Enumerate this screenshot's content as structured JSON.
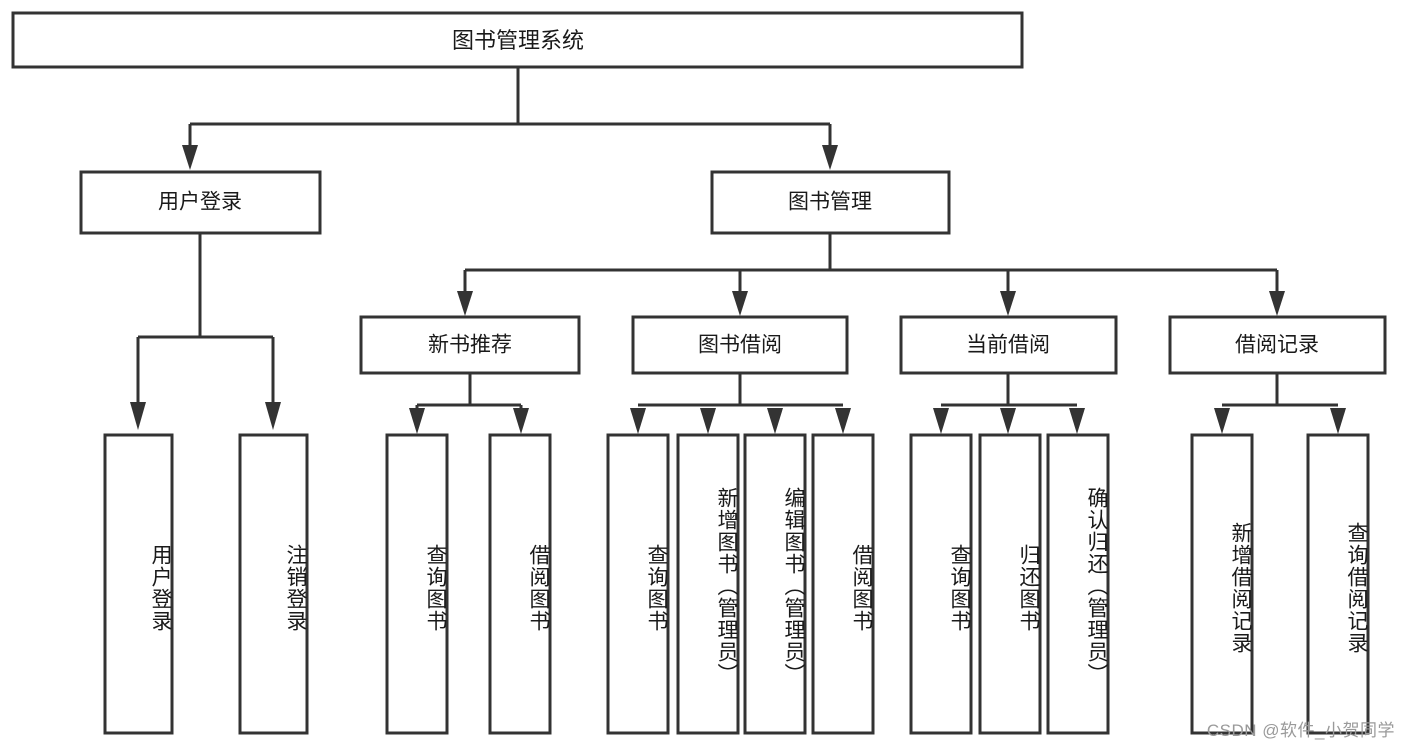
{
  "diagram": {
    "title": "图书管理系统",
    "watermark": "CSDN @软件_小贺同学",
    "colors": {
      "stroke": "#333333",
      "fill": "#ffffff",
      "text": "#1a1a1a",
      "watermark": "#9a9a9a"
    },
    "levels": {
      "root": {
        "label": "图书管理系统"
      },
      "level2": [
        {
          "label": "用户登录"
        },
        {
          "label": "图书管理"
        }
      ],
      "level3": [
        {
          "label": "新书推荐"
        },
        {
          "label": "图书借阅"
        },
        {
          "label": "当前借阅"
        },
        {
          "label": "借阅记录"
        }
      ],
      "leaves": {
        "user_login": [
          {
            "label": "用户登录"
          },
          {
            "label": "注销登录"
          }
        ],
        "new_book_recommend": [
          {
            "label": "查询图书"
          },
          {
            "label": "借阅图书"
          }
        ],
        "book_borrow": [
          {
            "label": "查询图书"
          },
          {
            "label": "新增图书（管理员）"
          },
          {
            "label": "编辑图书（管理员）"
          },
          {
            "label": "借阅图书"
          }
        ],
        "current_borrow": [
          {
            "label": "查询图书"
          },
          {
            "label": "归还图书"
          },
          {
            "label": "确认归还（管理员）"
          }
        ],
        "borrow_record": [
          {
            "label": "新增借阅记录"
          },
          {
            "label": "查询借阅记录"
          }
        ]
      }
    }
  }
}
